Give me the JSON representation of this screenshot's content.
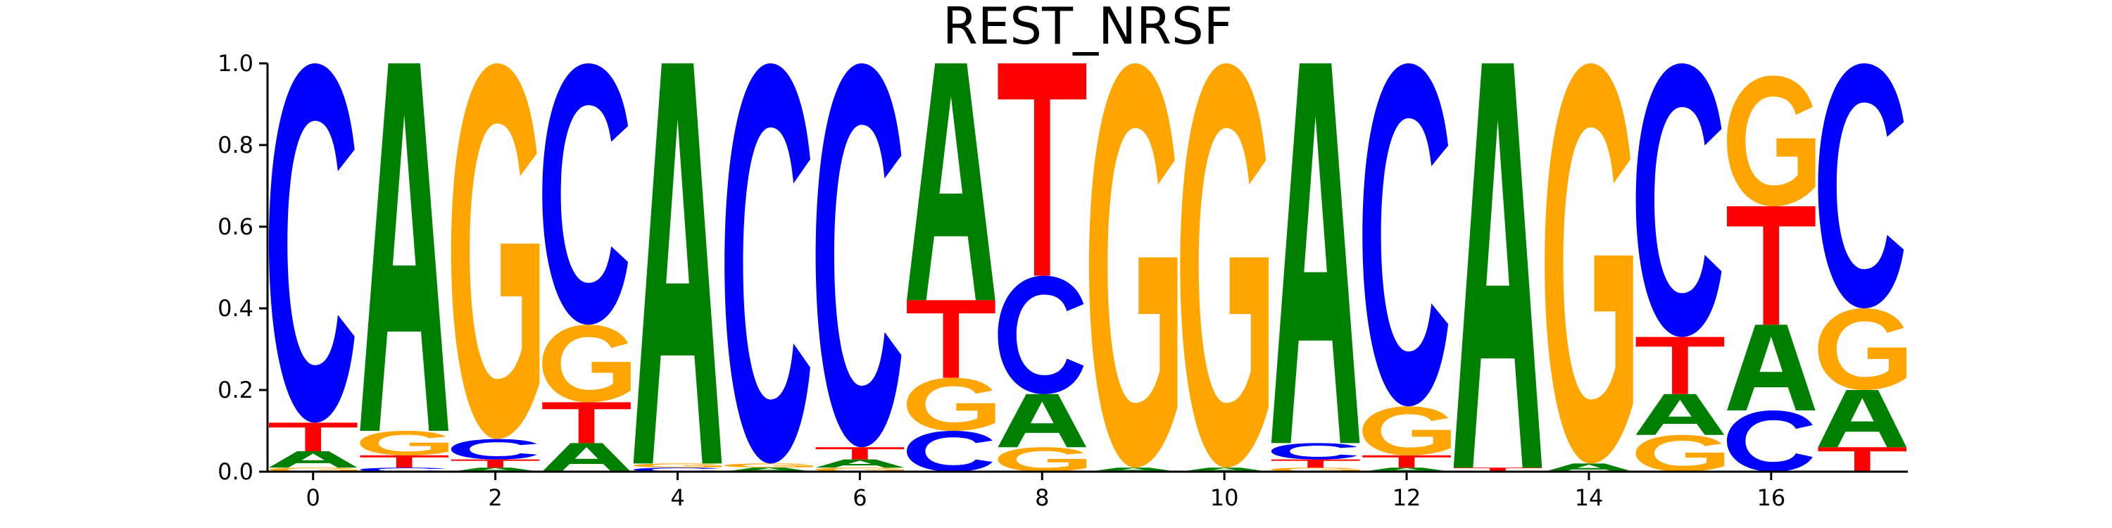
{
  "chart_data": {
    "type": "sequence-logo",
    "title": "REST_NRSF",
    "xlabel": "",
    "ylabel": "",
    "xlim": [
      -0.5,
      17.5
    ],
    "ylim": [
      0,
      1
    ],
    "x_ticks": [
      0,
      2,
      4,
      6,
      8,
      10,
      12,
      14,
      16
    ],
    "y_ticks": [
      0.0,
      0.2,
      0.4,
      0.6,
      0.8,
      1.0
    ],
    "x_tick_labels": [
      "0",
      "2",
      "4",
      "6",
      "8",
      "10",
      "12",
      "14",
      "16"
    ],
    "y_tick_labels": [
      "0.0",
      "0.2",
      "0.4",
      "0.6",
      "0.8",
      "1.0"
    ],
    "grid": false,
    "letter_colors": {
      "A": "#008000",
      "C": "#0000ff",
      "G": "#ffa500",
      "T": "#ff0000"
    },
    "positions": [
      {
        "pos": 0,
        "A": 0.04,
        "C": 0.88,
        "G": 0.01,
        "T": 0.07
      },
      {
        "pos": 1,
        "A": 0.9,
        "C": 0.01,
        "G": 0.06,
        "T": 0.03
      },
      {
        "pos": 2,
        "A": 0.01,
        "C": 0.05,
        "G": 0.92,
        "T": 0.02
      },
      {
        "pos": 3,
        "A": 0.07,
        "C": 0.64,
        "G": 0.19,
        "T": 0.1
      },
      {
        "pos": 4,
        "A": 0.98,
        "C": 0.01,
        "G": 0.01,
        "T": 0.0
      },
      {
        "pos": 5,
        "A": 0.01,
        "C": 0.98,
        "G": 0.01,
        "T": 0.0
      },
      {
        "pos": 6,
        "A": 0.02,
        "C": 0.94,
        "G": 0.01,
        "T": 0.03
      },
      {
        "pos": 7,
        "A": 0.58,
        "C": 0.1,
        "G": 0.13,
        "T": 0.19
      },
      {
        "pos": 8,
        "A": 0.13,
        "C": 0.29,
        "G": 0.06,
        "T": 0.52
      },
      {
        "pos": 9,
        "A": 0.01,
        "C": 0.0,
        "G": 0.99,
        "T": 0.0
      },
      {
        "pos": 10,
        "A": 0.01,
        "C": 0.0,
        "G": 0.99,
        "T": 0.0
      },
      {
        "pos": 11,
        "A": 0.93,
        "C": 0.04,
        "G": 0.01,
        "T": 0.02
      },
      {
        "pos": 12,
        "A": 0.01,
        "C": 0.84,
        "G": 0.12,
        "T": 0.03
      },
      {
        "pos": 13,
        "A": 0.99,
        "C": 0.0,
        "G": 0.0,
        "T": 0.01
      },
      {
        "pos": 14,
        "A": 0.02,
        "C": 0.0,
        "G": 0.98,
        "T": 0.0
      },
      {
        "pos": 15,
        "A": 0.1,
        "C": 0.67,
        "G": 0.09,
        "T": 0.14
      },
      {
        "pos": 16,
        "A": 0.21,
        "C": 0.15,
        "G": 0.32,
        "T": 0.29
      },
      {
        "pos": 17,
        "A": 0.14,
        "C": 0.6,
        "G": 0.2,
        "T": 0.06
      }
    ]
  }
}
